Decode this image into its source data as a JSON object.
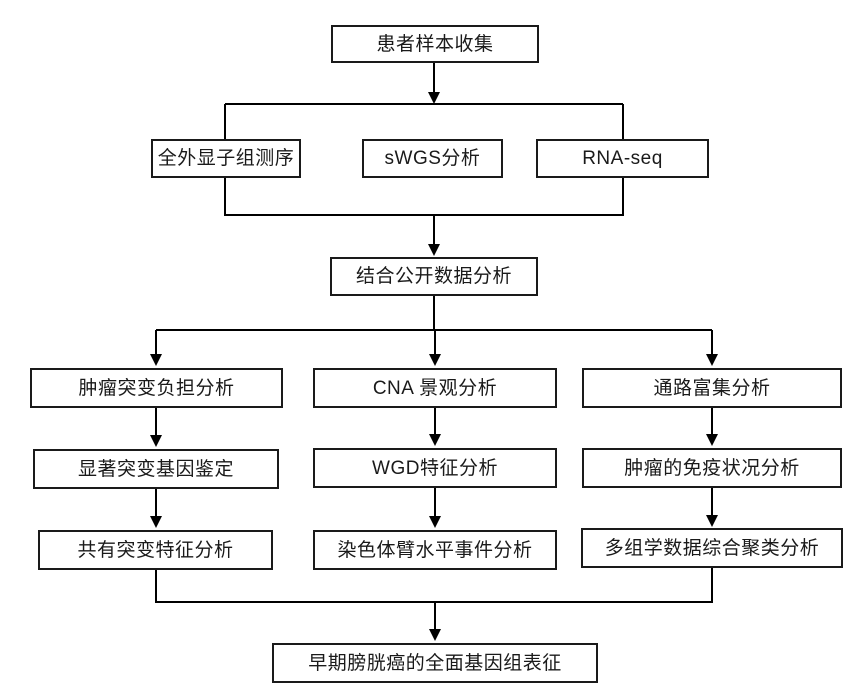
{
  "diagram": {
    "type": "flowchart",
    "direction": "top-down",
    "colors": {
      "background": "#ffffff",
      "box_fill": "#ffffff",
      "box_border": "#1a1a1a",
      "line": "#000000",
      "text": "#1a1a1a"
    },
    "nodes": {
      "collect": {
        "label": "患者样本收集"
      },
      "wes": {
        "label": "全外显子组测序"
      },
      "swgs": {
        "label": "sWGS分析"
      },
      "rnaseq": {
        "label": "RNA-seq"
      },
      "public": {
        "label": "结合公开数据分析"
      },
      "tmb": {
        "label": "肿瘤突变负担分析"
      },
      "cna": {
        "label": "CNA 景观分析"
      },
      "pathway": {
        "label": "通路富集分析"
      },
      "smg": {
        "label": "显著突变基因鉴定"
      },
      "wgd": {
        "label": "WGD特征分析"
      },
      "immune": {
        "label": "肿瘤的免疫状况分析"
      },
      "shared": {
        "label": "共有突变特征分析"
      },
      "chromarm": {
        "label": "染色体臂水平事件分析"
      },
      "multiomics": {
        "label": "多组学数据综合聚类分析"
      },
      "final": {
        "label": "早期膀胱癌的全面基因组表征"
      }
    },
    "edges": [
      {
        "from": "collect",
        "to": "wes"
      },
      {
        "from": "collect",
        "to": "swgs"
      },
      {
        "from": "collect",
        "to": "rnaseq"
      },
      {
        "from": "wes",
        "to": "public"
      },
      {
        "from": "swgs",
        "to": "public"
      },
      {
        "from": "rnaseq",
        "to": "public"
      },
      {
        "from": "public",
        "to": "tmb"
      },
      {
        "from": "public",
        "to": "cna"
      },
      {
        "from": "public",
        "to": "pathway"
      },
      {
        "from": "tmb",
        "to": "smg"
      },
      {
        "from": "smg",
        "to": "shared"
      },
      {
        "from": "cna",
        "to": "wgd"
      },
      {
        "from": "wgd",
        "to": "chromarm"
      },
      {
        "from": "pathway",
        "to": "immune"
      },
      {
        "from": "immune",
        "to": "multiomics"
      },
      {
        "from": "shared",
        "to": "final"
      },
      {
        "from": "chromarm",
        "to": "final"
      },
      {
        "from": "multiomics",
        "to": "final"
      }
    ]
  }
}
